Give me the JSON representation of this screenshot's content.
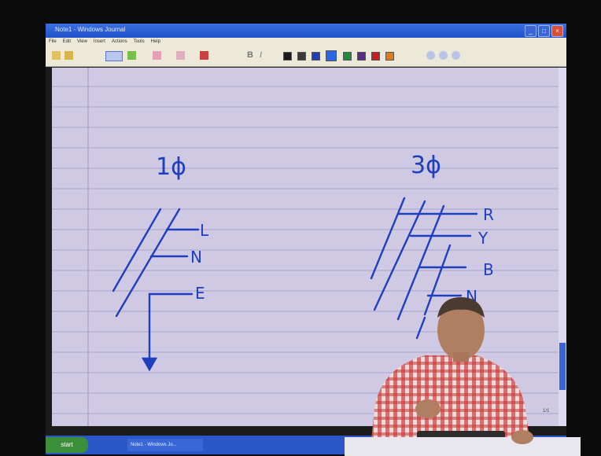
{
  "window": {
    "title": "Note1 - Windows Journal"
  },
  "menu": {
    "items": [
      "File",
      "Edit",
      "View",
      "Insert",
      "Actions",
      "Tools",
      "Help"
    ]
  },
  "toolbar": {
    "colors": [
      "#1a1a1a",
      "#3a3a3a",
      "#1f3fbf",
      "#2a66e6",
      "#1e8a3a",
      "#5b2a8a",
      "#c81e1e",
      "#e07a1a"
    ],
    "icons": [
      "new-icon",
      "open-icon",
      "pen-icon",
      "highlighter-icon",
      "eraser-icon",
      "lasso-icon",
      "flag-icon",
      "bold-icon",
      "italic-icon",
      "zoom-icon"
    ]
  },
  "ink": {
    "left_label": "1ϕ",
    "right_label": "3ϕ",
    "left_lines": [
      "L",
      "N",
      "E"
    ],
    "right_lines": [
      "R",
      "Y",
      "B",
      "N"
    ]
  },
  "taskbar": {
    "start": "start",
    "task_title": "Note1 - Windows Jo..."
  },
  "page_indicator": "1/1"
}
